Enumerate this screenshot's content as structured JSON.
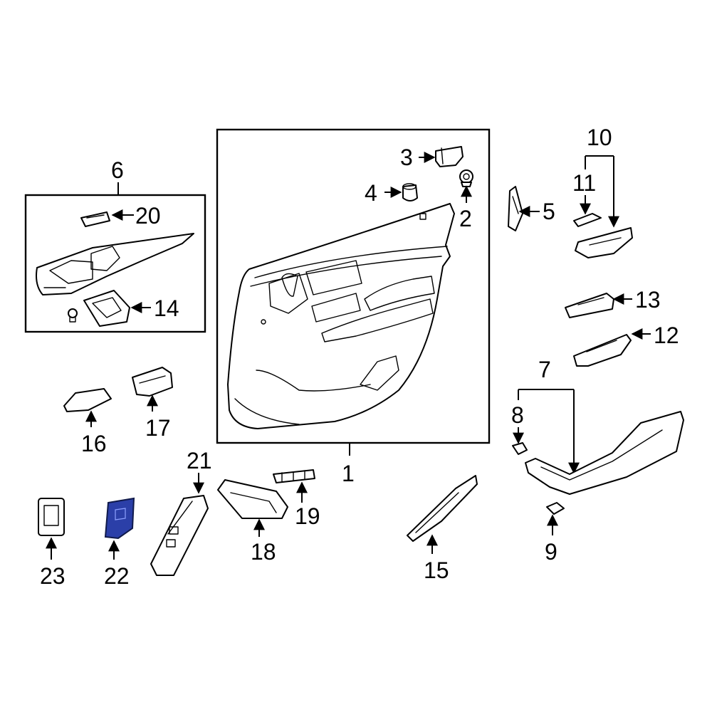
{
  "diagram": {
    "highlight_color": "#2b3fa8",
    "highlighted_part": "22",
    "callouts": {
      "c1": "1",
      "c2": "2",
      "c3": "3",
      "c4": "4",
      "c5": "5",
      "c6": "6",
      "c7": "7",
      "c8": "8",
      "c9": "9",
      "c10": "10",
      "c11": "11",
      "c12": "12",
      "c13": "13",
      "c14": "14",
      "c15": "15",
      "c16": "16",
      "c17": "17",
      "c18": "18",
      "c19": "19",
      "c20": "20",
      "c21": "21",
      "c22": "22",
      "c23": "23"
    }
  }
}
